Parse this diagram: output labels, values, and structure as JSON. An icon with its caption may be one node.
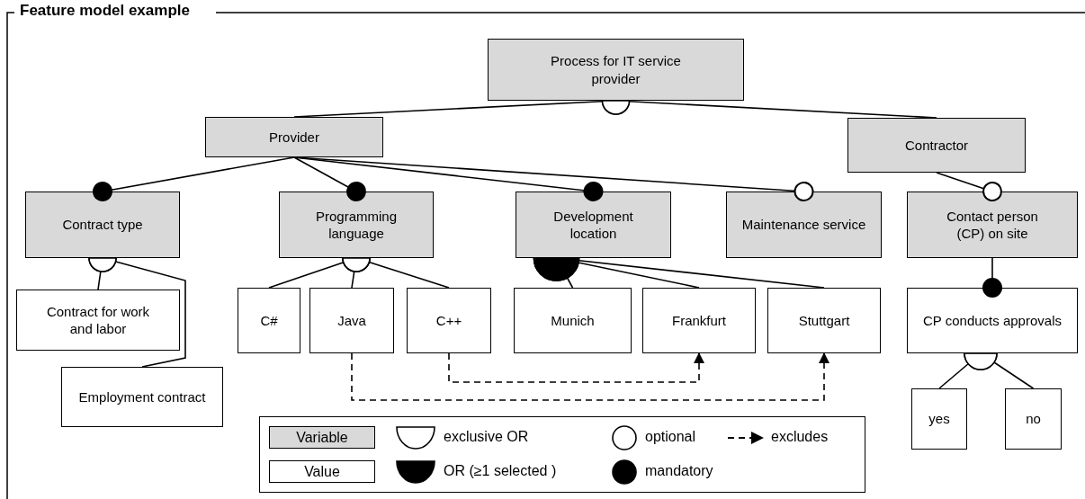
{
  "diagram": {
    "title": "Feature model example",
    "nodes": [
      {
        "text": [
          "Process for IT service provider"
        ]
      },
      {
        "text": [
          "Provider"
        ]
      },
      {
        "text": [
          "Contractor"
        ]
      },
      {
        "text": [
          "Contract type"
        ]
      },
      {
        "text": [
          "Programming language"
        ]
      },
      {
        "text": [
          "Development location"
        ]
      },
      {
        "text": [
          "Maintenance service"
        ]
      },
      {
        "text": [
          "Contact person (CP) on site"
        ]
      },
      {
        "text": [
          "Contract for work and labor"
        ]
      },
      {
        "text": [
          "Employment contract"
        ]
      },
      {
        "text": [
          "C#"
        ]
      },
      {
        "text": [
          "Java"
        ]
      },
      {
        "text": [
          "C++"
        ]
      },
      {
        "text": [
          "Munich"
        ]
      },
      {
        "text": [
          "Frankfurt"
        ]
      },
      {
        "text": [
          "Stuttgart"
        ]
      },
      {
        "text": [
          "CP conducts approvals"
        ]
      },
      {
        "text": [
          "yes"
        ]
      },
      {
        "text": [
          "no"
        ]
      }
    ],
    "edges": [
      {
        "from": 0,
        "to": 1,
        "arrow": "other"
      },
      {
        "from": 0,
        "to": 2,
        "arrow": "other"
      },
      {
        "from": 1,
        "to": 3,
        "arrow": "other"
      },
      {
        "from": 1,
        "to": 4,
        "arrow": "other"
      },
      {
        "from": 1,
        "to": 5,
        "arrow": "other"
      },
      {
        "from": 1,
        "to": 6,
        "arrow": "other"
      },
      {
        "from": 2,
        "to": 7,
        "arrow": "other"
      },
      {
        "from": 3,
        "to": 8,
        "arrow": "other"
      },
      {
        "from": 3,
        "to": 9,
        "arrow": "other"
      },
      {
        "from": 4,
        "to": 10,
        "arrow": "other"
      },
      {
        "from": 4,
        "to": 11,
        "arrow": "other"
      },
      {
        "from": 4,
        "to": 12,
        "arrow": "other"
      },
      {
        "from": 5,
        "to": 13,
        "arrow": "other"
      },
      {
        "from": 5,
        "to": 14,
        "arrow": "other"
      },
      {
        "from": 5,
        "to": 15,
        "arrow": "other"
      },
      {
        "from": 7,
        "to": 16,
        "arrow": "other"
      },
      {
        "from": 16,
        "to": 17,
        "arrow": "other"
      },
      {
        "from": 16,
        "to": 18,
        "arrow": "other"
      },
      {
        "from": 11,
        "to": 15,
        "arrow": "to",
        "style": "dashed"
      },
      {
        "from": 12,
        "to": 14,
        "arrow": "to",
        "style": "dashed"
      }
    ],
    "legend": [
      {
        "text": "Variable",
        "color": "#d9d9d9"
      },
      {
        "text": "exclusive OR"
      },
      {
        "text": "optional"
      },
      {
        "text": "excludes"
      },
      {
        "text": "Value",
        "color": "#ffffff"
      },
      {
        "text": "OR (≥1 selected )"
      },
      {
        "text": "mandatory"
      }
    ]
  }
}
